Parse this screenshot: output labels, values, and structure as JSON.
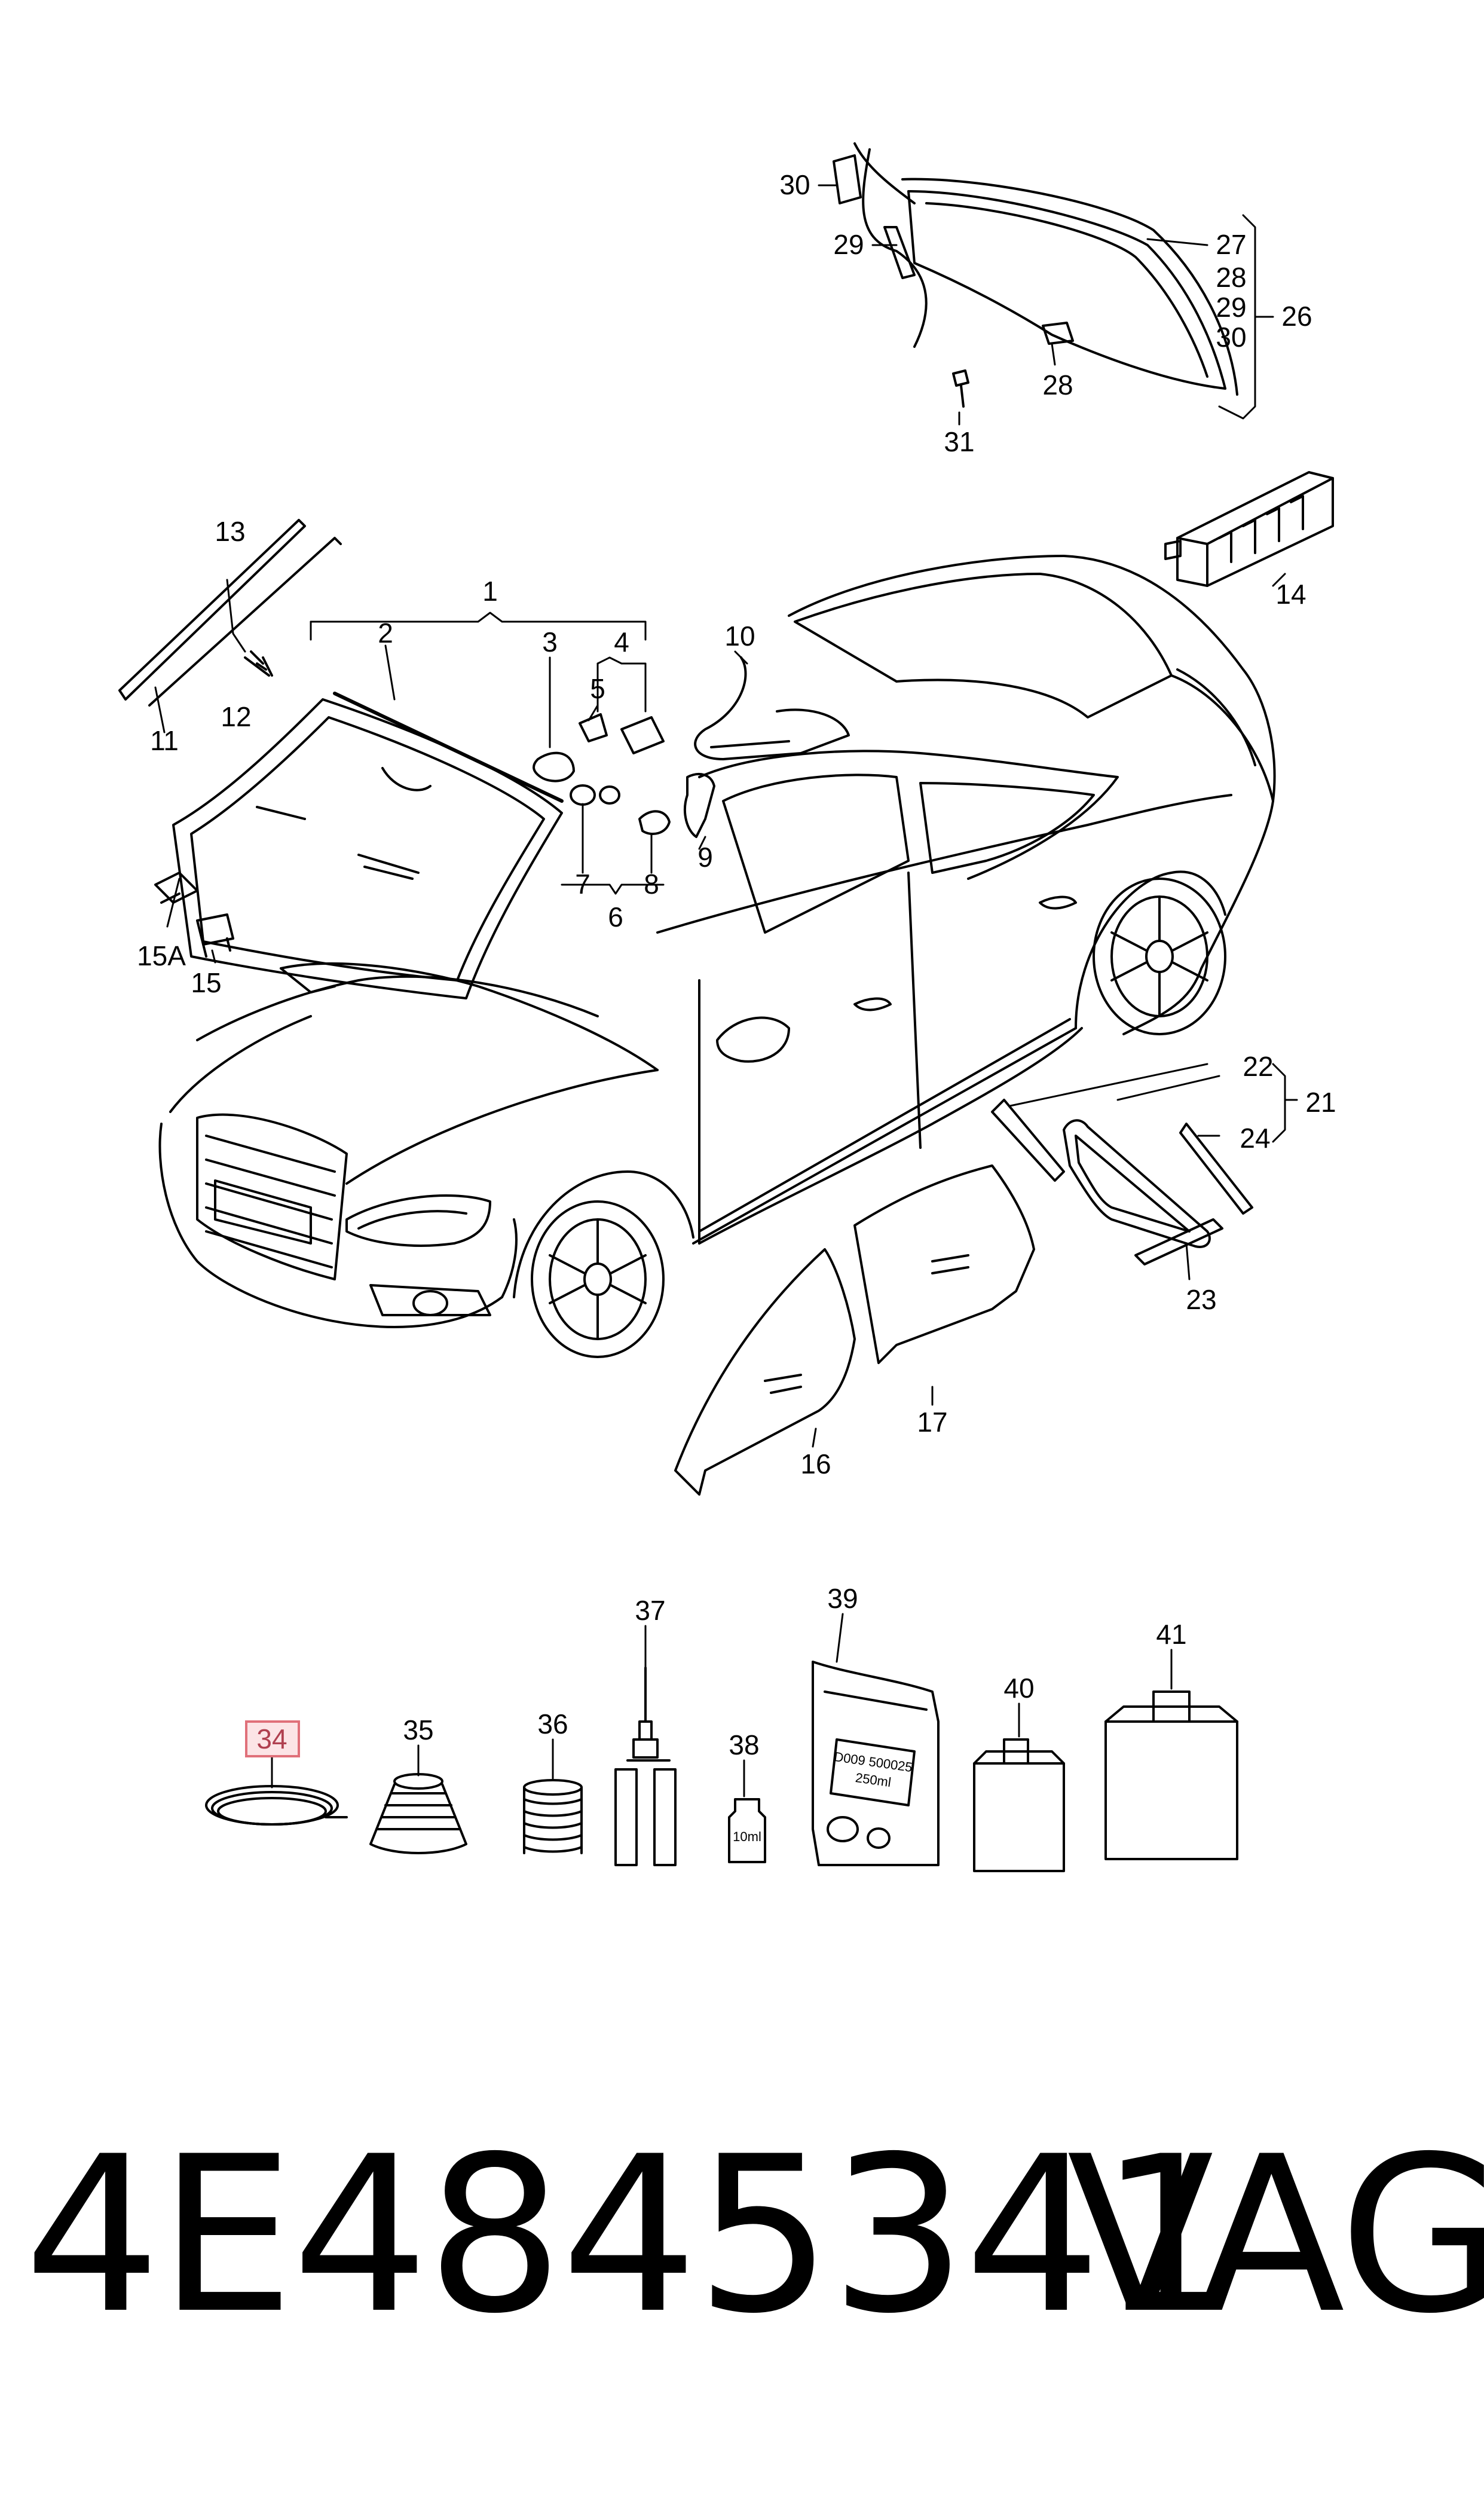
{
  "diagram": {
    "callouts": {
      "c1": "1",
      "c2": "2",
      "c3": "3",
      "c4": "4",
      "c5": "5",
      "c6": "6",
      "c7": "7",
      "c8": "8",
      "c9": "9",
      "c10": "10",
      "c11": "11",
      "c12": "12",
      "c13": "13",
      "c14": "14",
      "c15": "15",
      "c15a": "15A",
      "c16": "16",
      "c17": "17",
      "c21": "21",
      "c22": "22",
      "c23": "23",
      "c24": "24",
      "c26": "26",
      "c27": "27",
      "c28a": "28",
      "c28b": "28",
      "c29a": "29",
      "c29b": "29",
      "c30a": "30",
      "c30b": "30",
      "c31": "31",
      "c34": "34",
      "c35": "35",
      "c36": "36",
      "c37": "37",
      "c38": "38",
      "c39": "39",
      "c40": "40",
      "c41": "41"
    },
    "highlighted_callout": "34",
    "highlight_color": "#e0707a",
    "bottle_label": "10ml",
    "bag_label_line1": "D009 500025",
    "bag_label_line2": "250ml"
  },
  "footer": {
    "part_number": "4E4845341",
    "brand": "VAG"
  }
}
